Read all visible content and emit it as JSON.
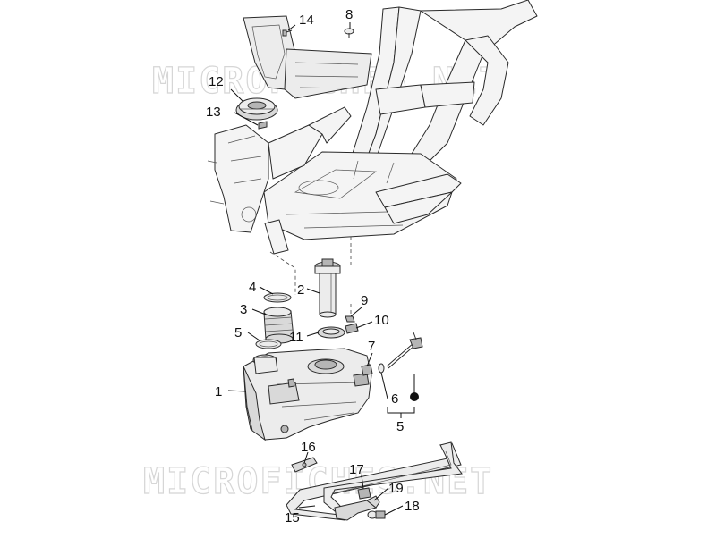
{
  "watermark": {
    "text": "MICROFICHES.NET",
    "color": "#d6d6d6"
  },
  "callouts": {
    "c1": "1",
    "c2": "2",
    "c3": "3",
    "c4": "4",
    "c5": "5",
    "c5b": "5",
    "c6": "6",
    "c7": "7",
    "c8": "8",
    "c9": "9",
    "c10": "10",
    "c11": "11",
    "c12": "12",
    "c13": "13",
    "c14": "14",
    "c15": "15",
    "c16": "16",
    "c17": "17",
    "c18": "18",
    "c19": "19"
  },
  "colors": {
    "line": "#2a2a2a",
    "frame_fill": "#f4f4f4",
    "part_fill": "#d9d9d9",
    "background": "#ffffff"
  }
}
